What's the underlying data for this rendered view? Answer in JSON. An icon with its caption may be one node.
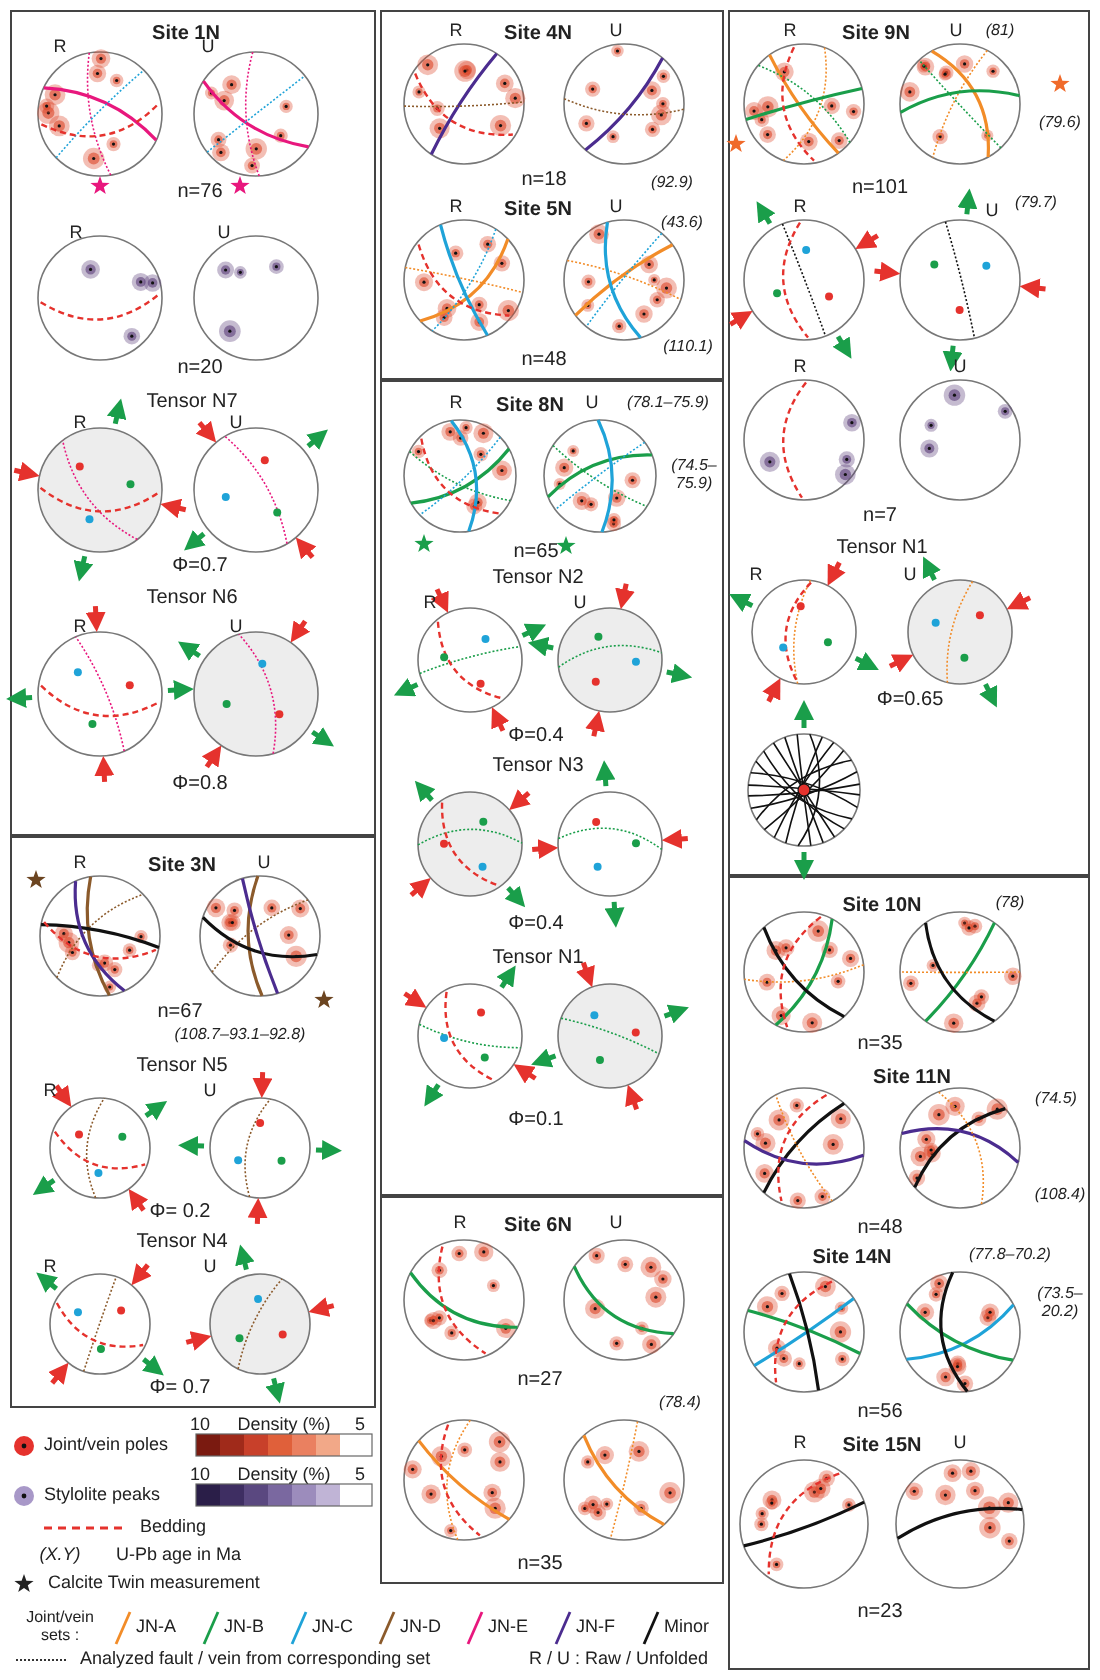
{
  "diagram": {
    "nodes": [
      {
        "text": [
          "Site 1N",
          "Tensor N7",
          "Tensor N6"
        ]
      },
      {
        "text": [
          "Site 3N",
          "Tensor N5",
          "Tensor N4"
        ]
      },
      {
        "text": [
          "Site 4N",
          "Site 5N"
        ]
      },
      {
        "text": [
          "Site 8N",
          "Tensor N2",
          "Tensor N3",
          "Tensor N1"
        ]
      },
      {
        "text": [
          "Site 6N"
        ]
      },
      {
        "text": [
          "Site 9N",
          "Tensor N1"
        ]
      },
      {
        "text": [
          "Site 10N",
          "Site 11N",
          "Site 14N",
          "Site 15N"
        ]
      }
    ],
    "labels": [
      "R",
      "U",
      "n=76",
      "R",
      "U",
      "n=20",
      "R",
      "U",
      "Φ=0.7",
      "R",
      "U",
      "Φ=0.8",
      "R",
      "U",
      "n=67",
      "(108.7–93.1–92.8)",
      "R",
      "U",
      "Φ= 0.2",
      "R",
      "U",
      "Φ= 0.7",
      "R",
      "U",
      "n=18",
      "(92.9)",
      "R",
      "U",
      "(43.6)",
      "(110.1)",
      "n=48",
      "R",
      "U",
      "(78.1–75.9)",
      "(74.5– 75.9)",
      "n=65",
      "R",
      "U",
      "Φ=0.4",
      "Φ=0.4",
      "Φ=0.1",
      "R",
      "U",
      "n=27",
      "(78.4)",
      "n=35",
      "R",
      "U",
      "(81)",
      "(79.6)",
      "n=101",
      "R",
      "U",
      "(79.7)",
      "R",
      "U",
      "n=7",
      "R",
      "U",
      "Φ=0.65",
      "(78)",
      "n=35",
      "(74.5)",
      "(108.4)",
      "n=48",
      "(77.8–70.2)",
      "(73.5– 20.2)",
      "n=56",
      "R",
      "U",
      "n=23",
      "10",
      "Density (%)",
      "5",
      "10",
      "Density (%)",
      "5",
      "(X.Y)",
      "Joint/vein sets :",
      "R / U : Raw / Unfolded"
    ],
    "legend": [
      {
        "text": "Joint/vein poles"
      },
      {
        "text": "Stylolite peaks"
      },
      {
        "text": "Bedding"
      },
      {
        "text": "U-Pb age in Ma"
      },
      {
        "text": "Calcite Twin measurement"
      },
      {
        "text": "JN-A"
      },
      {
        "text": "JN-B"
      },
      {
        "text": "JN-C"
      },
      {
        "text": "JN-D"
      },
      {
        "text": "JN-E"
      },
      {
        "text": "JN-F"
      },
      {
        "text": "Minor"
      },
      {
        "text": "Analyzed fault / vein from corresponding set"
      }
    ]
  }
}
